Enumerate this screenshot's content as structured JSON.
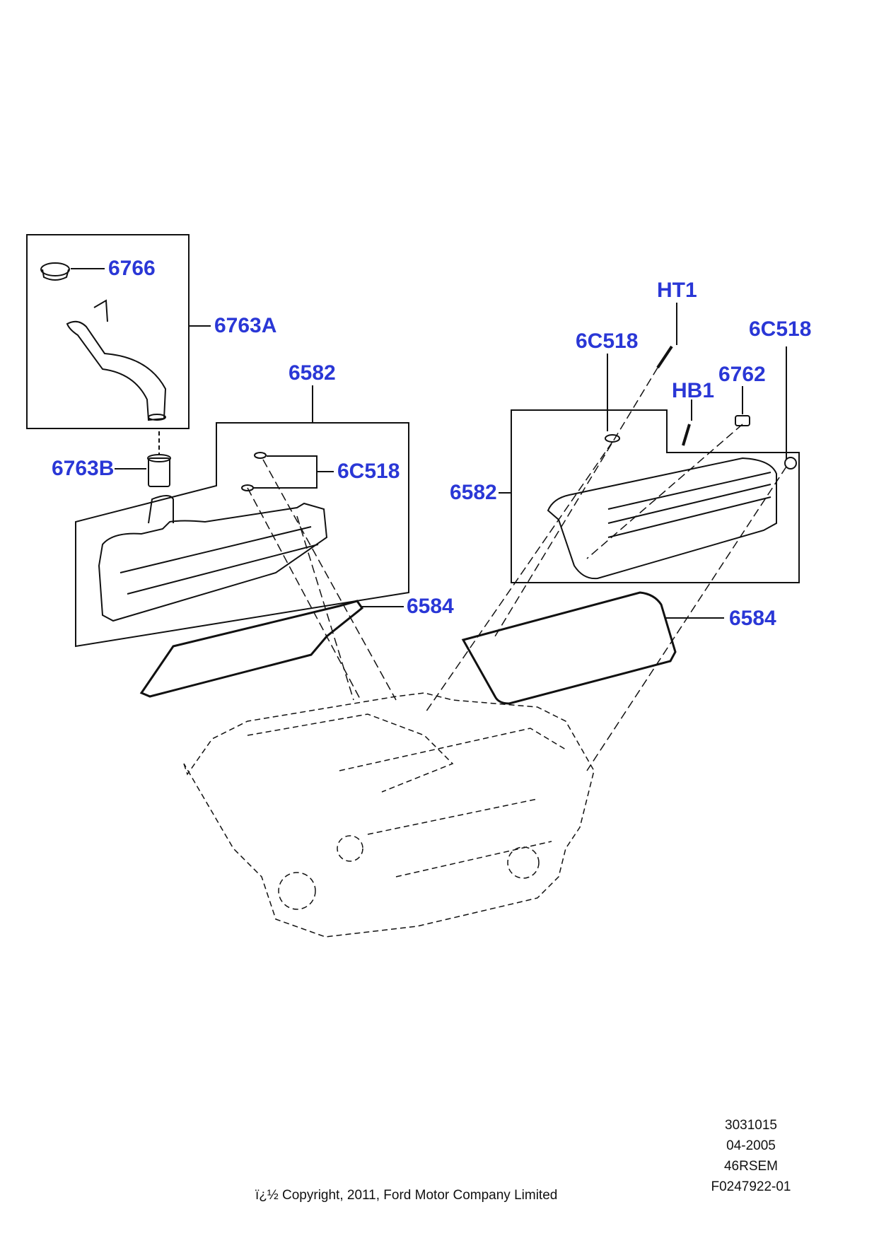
{
  "callouts": {
    "c6766": "6766",
    "c6763A": "6763A",
    "c6582_left": "6582",
    "c6763B": "6763B",
    "c6C518_left": "6C518",
    "c6584_left": "6584",
    "cHT1": "HT1",
    "c6C518_mid": "6C518",
    "c6C518_right": "6C518",
    "c6762": "6762",
    "cHB1": "HB1",
    "c6582_right": "6582",
    "c6584_right": "6584"
  },
  "footer": {
    "code": "3031015",
    "date": "04-2005",
    "model": "46RSEM",
    "figure": "F0247922-01",
    "copyright": "ï¿½ Copyright, 2011, Ford Motor Company Limited"
  },
  "colors": {
    "callout": "#2a37d6",
    "line": "#111111"
  }
}
